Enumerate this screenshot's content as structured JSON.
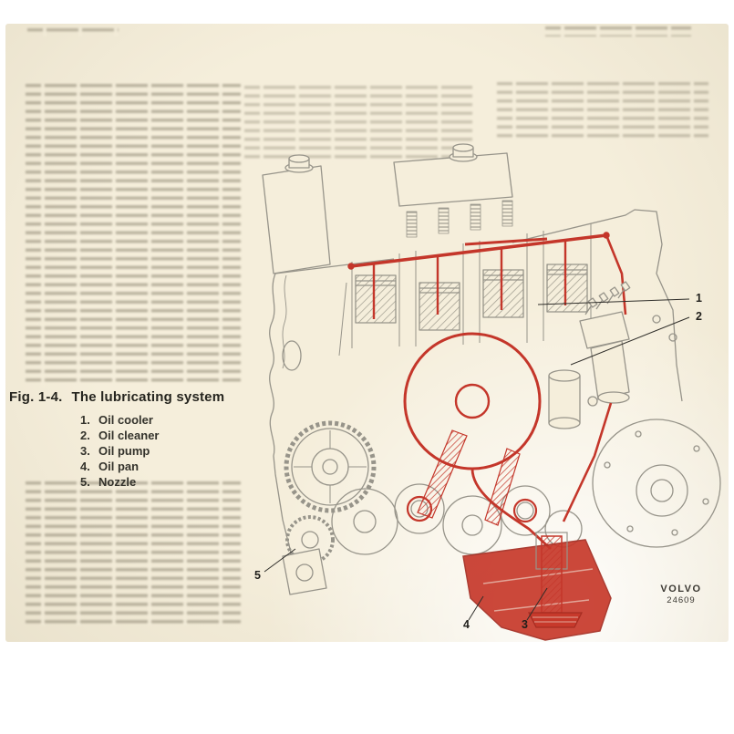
{
  "figure": {
    "caption_prefix": "Fig. 1-4.",
    "caption_title": "The lubricating system",
    "legend": [
      {
        "num": "1.",
        "label": "Oil cooler"
      },
      {
        "num": "2.",
        "label": "Oil cleaner"
      },
      {
        "num": "3.",
        "label": "Oil pump"
      },
      {
        "num": "4.",
        "label": "Oil pan"
      },
      {
        "num": "5.",
        "label": "Nozzle"
      }
    ],
    "callouts": {
      "c1": "1",
      "c2": "2",
      "c3": "3",
      "c4": "4",
      "c5": "5"
    },
    "brand": {
      "name": "VOLVO",
      "code": "24609"
    }
  },
  "colors": {
    "paper": "#f5eedb",
    "highlight_red": "#c4362a",
    "line_gray": "#97948a",
    "ink": "#26251f"
  }
}
